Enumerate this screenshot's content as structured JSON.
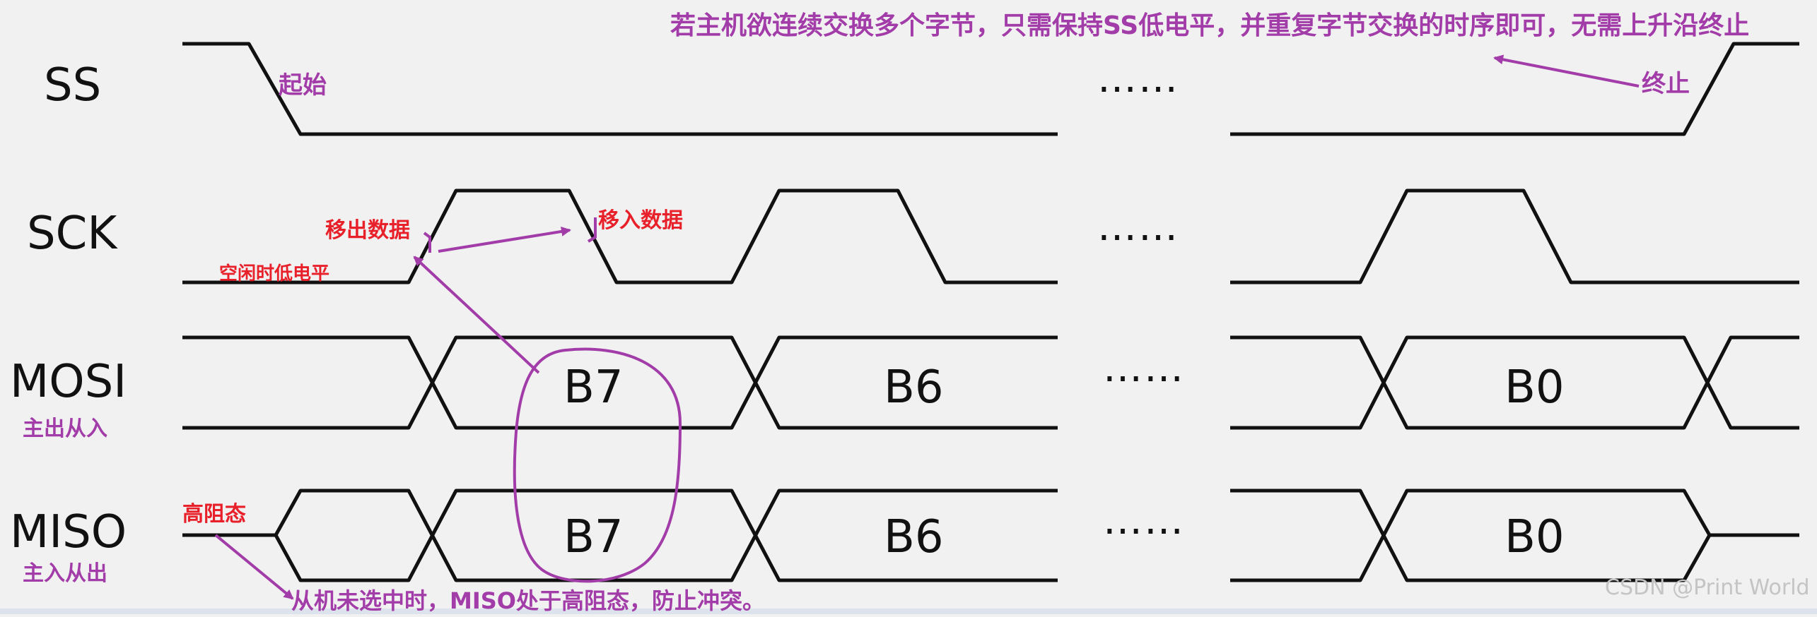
{
  "signals": {
    "ss": "SS",
    "sck": "SCK",
    "mosi": "MOSI",
    "miso": "MISO",
    "mosi_sub": "主出从入",
    "miso_sub": "主入从出"
  },
  "cells": {
    "mosi": [
      "B7",
      "B6",
      "B0"
    ],
    "miso": [
      "B7",
      "B6",
      "B0"
    ]
  },
  "ellipsis": "……",
  "annotations": {
    "top_note": "若主机欲连续交换多个字节，只需保持SS低电平，并重复字节交换的时序即可，无需上升沿终止",
    "start": "起始",
    "end": "终止",
    "shift_out": "移出数据",
    "shift_in": "移入数据",
    "idle_low": "空闲时低电平",
    "high_z": "高阻态",
    "bottom_note": "从机未选中时，MISO处于高阻态，防止冲突。"
  },
  "watermark": "CSDN @Print World",
  "colors": {
    "background": "#f1f1f1",
    "waveform": "#111111",
    "purple_annotation": "#a23ca8",
    "red_annotation": "#e8202a"
  }
}
